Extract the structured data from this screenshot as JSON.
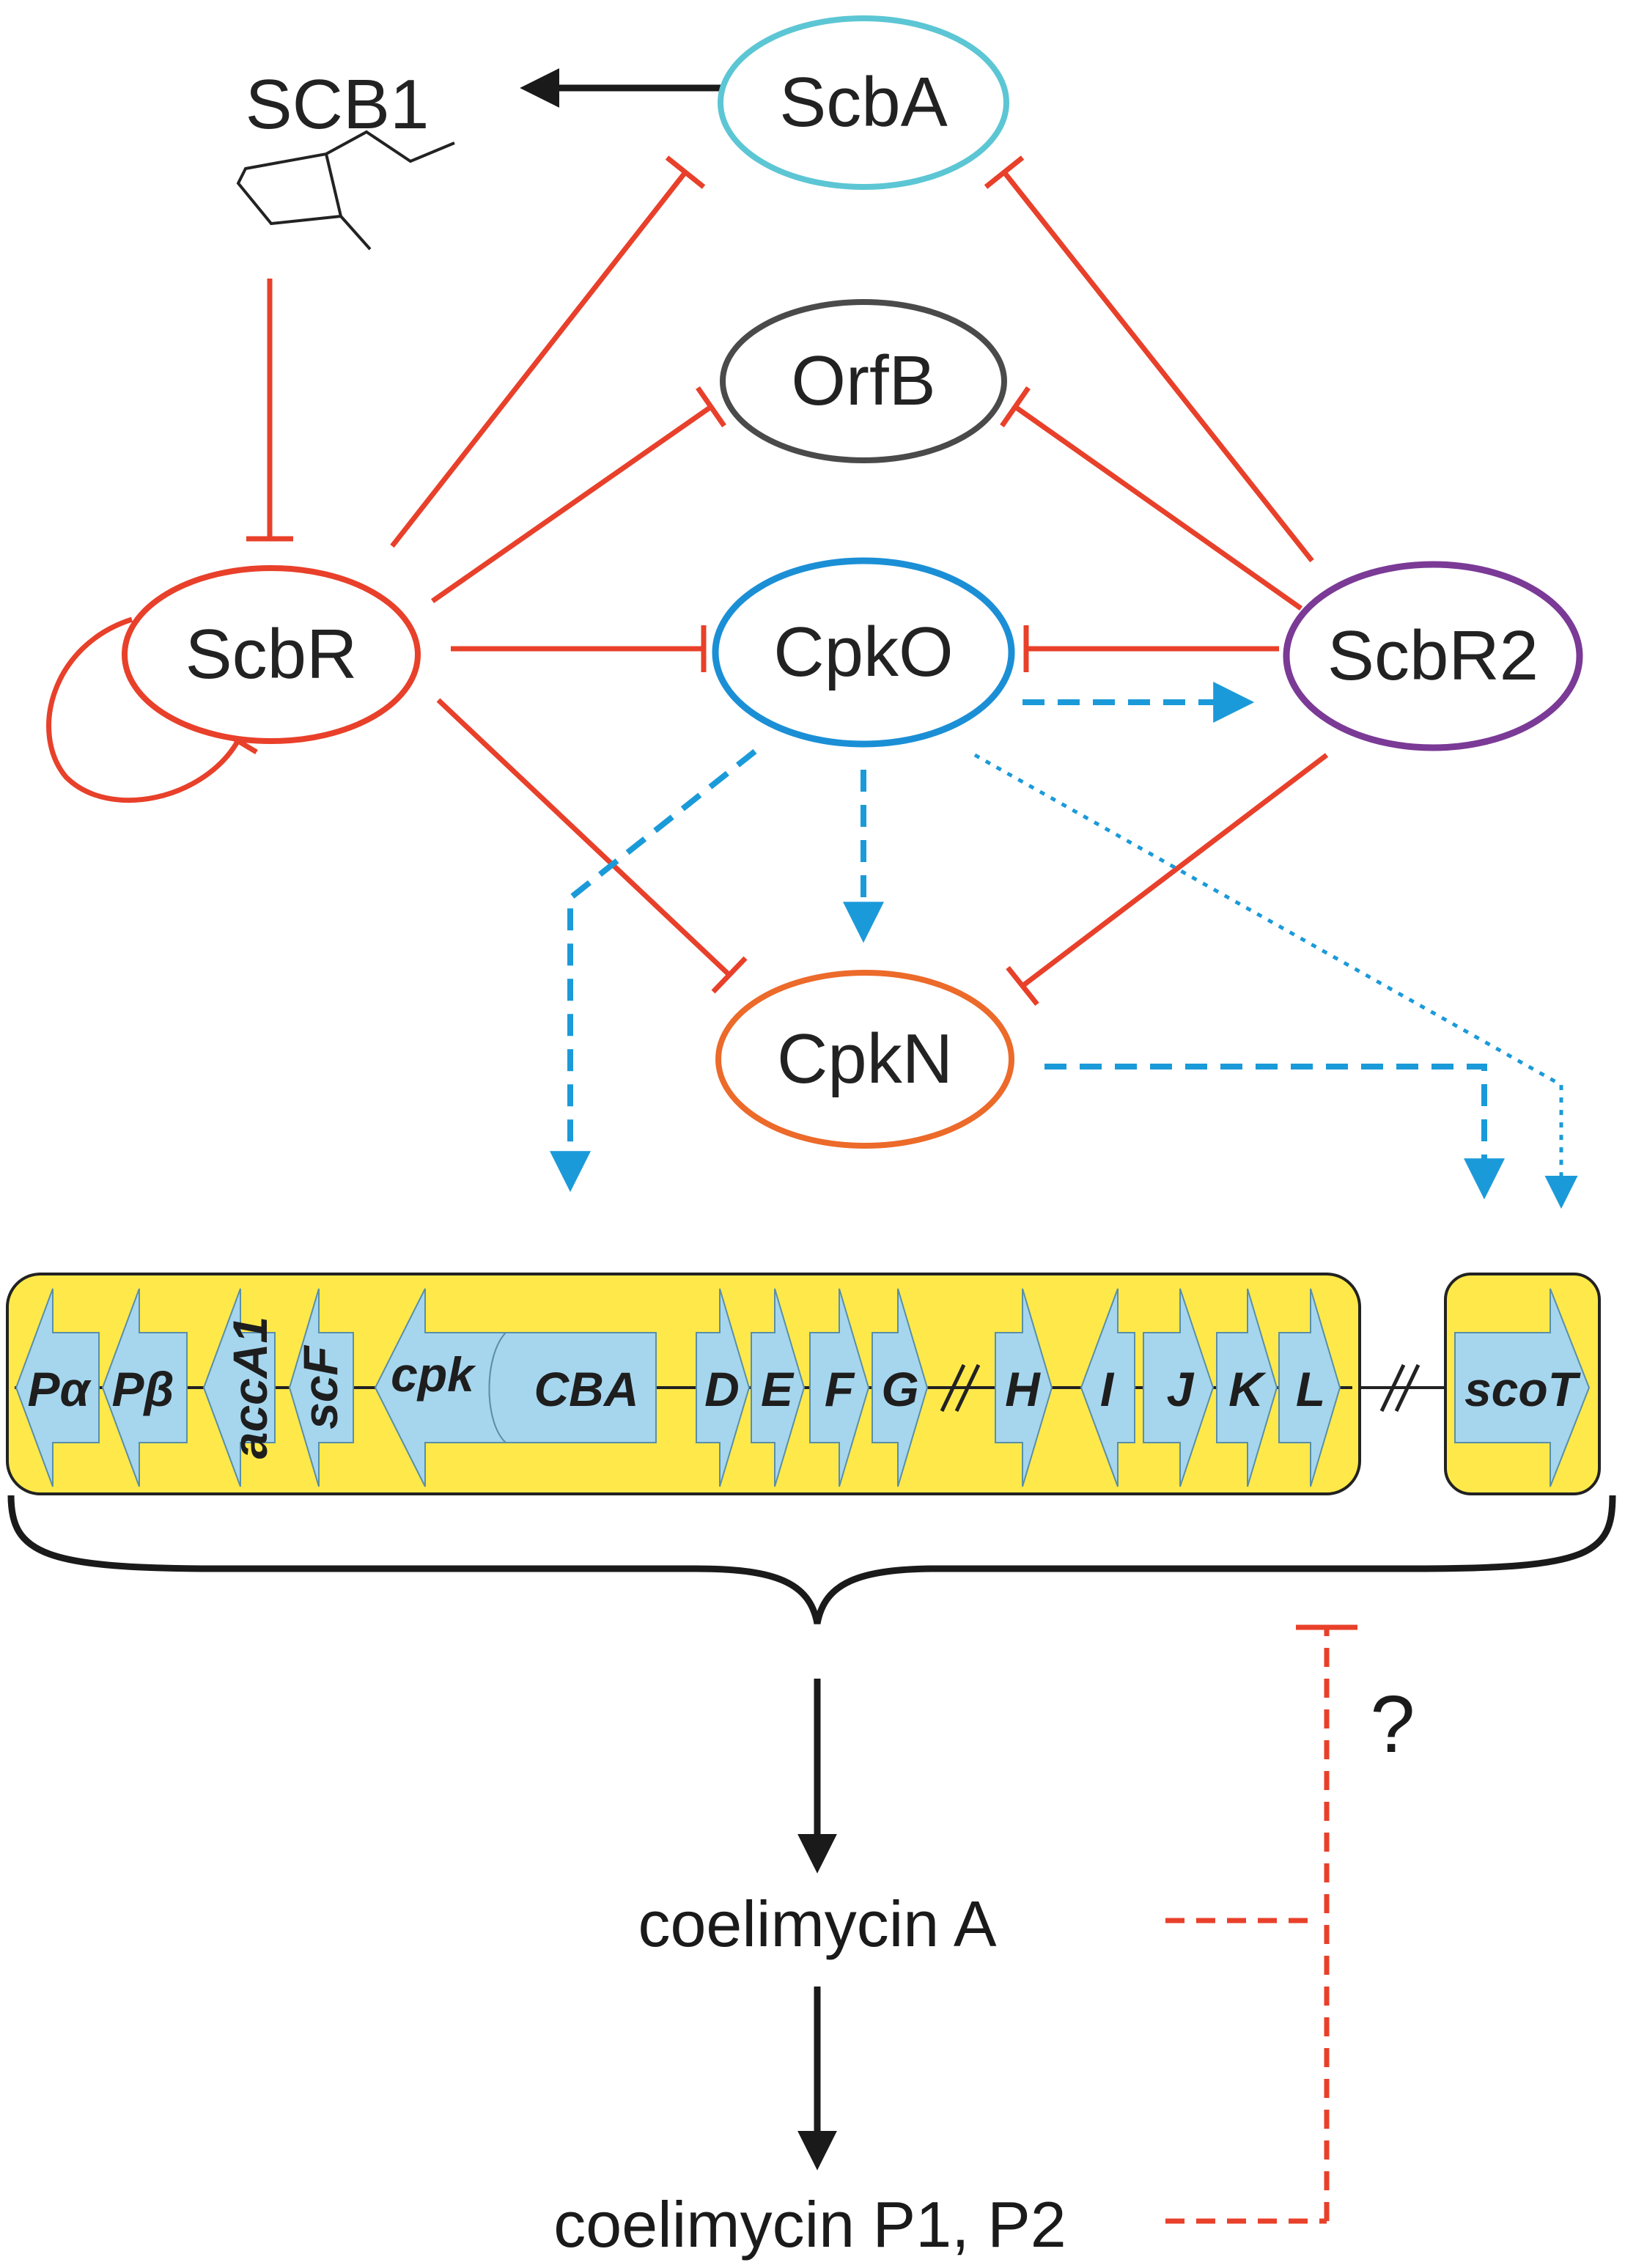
{
  "nodes": {
    "scba": {
      "label": "ScbA",
      "color": "#5cc6d4"
    },
    "orfb": {
      "label": "OrfB",
      "color": "#4a4a4a"
    },
    "scbr": {
      "label": "ScbR",
      "color": "#e8402a"
    },
    "cpko": {
      "label": "CpkO",
      "color": "#1b8fd6"
    },
    "scbr2": {
      "label": "ScbR2",
      "color": "#7a3a96"
    },
    "cpkn": {
      "label": "CpkN",
      "color": "#ec6a2a"
    }
  },
  "molecule": {
    "label": "SCB1"
  },
  "cluster": {
    "genes": [
      "Pα",
      "Pβ",
      "accA1",
      "scF",
      "cpk",
      "CBA",
      "D",
      "E",
      "F",
      "G",
      "H",
      "I",
      "J",
      "K",
      "L"
    ],
    "separate_gene": "scoT"
  },
  "products": {
    "first": "coelimycin A",
    "second": "coelimycin P1, P2",
    "question": "?"
  },
  "colors": {
    "inhibition": "#e8402a",
    "activation": "#1b9ad9",
    "cluster_fill": "#ffe94a",
    "gene_fill": "#a6d6ee"
  }
}
